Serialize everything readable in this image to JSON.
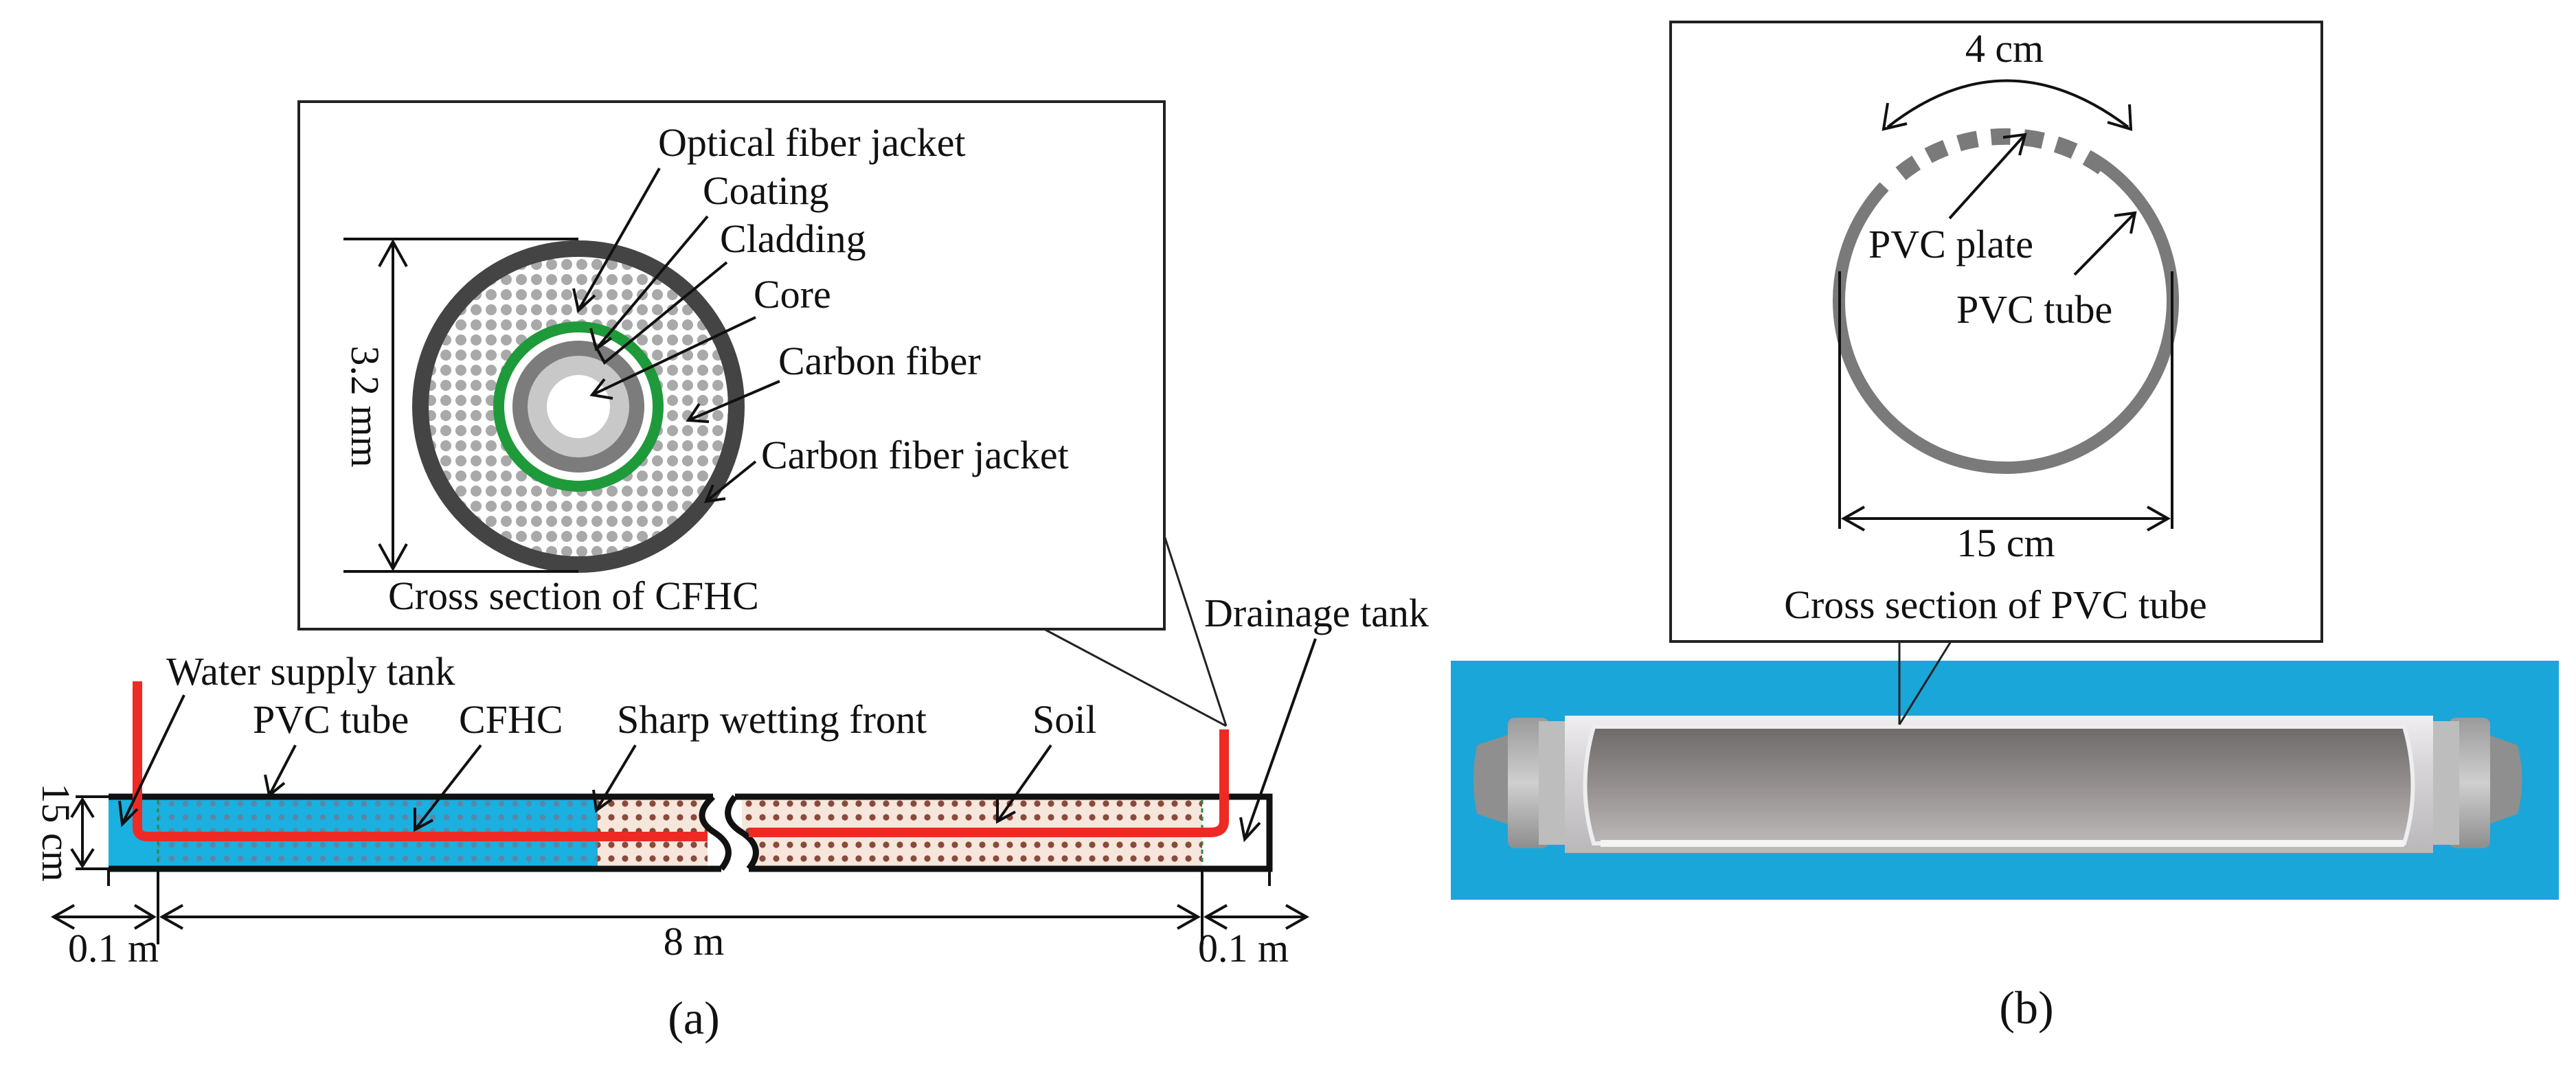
{
  "colors": {
    "water_blue": "#1ab0e0",
    "soil_brown": "#8a4a3a",
    "cfhc_red": "#ee2a24",
    "cladding_green": "#1f9a3a",
    "jacket_dark": "#444444",
    "fiber_gray": "#a9a9a9",
    "photo_background": "#1aa6d9",
    "pvc_gray": "#7a7a7a"
  },
  "panel_a": {
    "caption": "(a)",
    "inset": {
      "title": "Cross section of CFHC",
      "diameter_label": "3.2 mm",
      "labels": {
        "optical_fiber_jacket": "Optical fiber jacket",
        "coating": "Coating",
        "cladding": "Cladding",
        "core": "Core",
        "carbon_fiber": "Carbon fiber",
        "carbon_fiber_jacket": "Carbon fiber jacket"
      }
    },
    "labels": {
      "water_supply_tank": "Water supply tank",
      "pvc_tube": "PVC tube",
      "cfhc": "CFHC",
      "sharp_wetting_front": "Sharp wetting front",
      "soil": "Soil",
      "drainage_tank": "Drainage tank"
    },
    "dimensions": {
      "height": "15 cm",
      "left_tank": "0.1 m",
      "length": "8 m",
      "right_tank": "0.1 m"
    }
  },
  "panel_b": {
    "caption": "(b)",
    "inset": {
      "title": "Cross section of PVC tube",
      "arc_label": "4 cm",
      "diameter_label": "15 cm",
      "pvc_plate": "PVC plate",
      "pvc_tube": "PVC tube"
    }
  }
}
